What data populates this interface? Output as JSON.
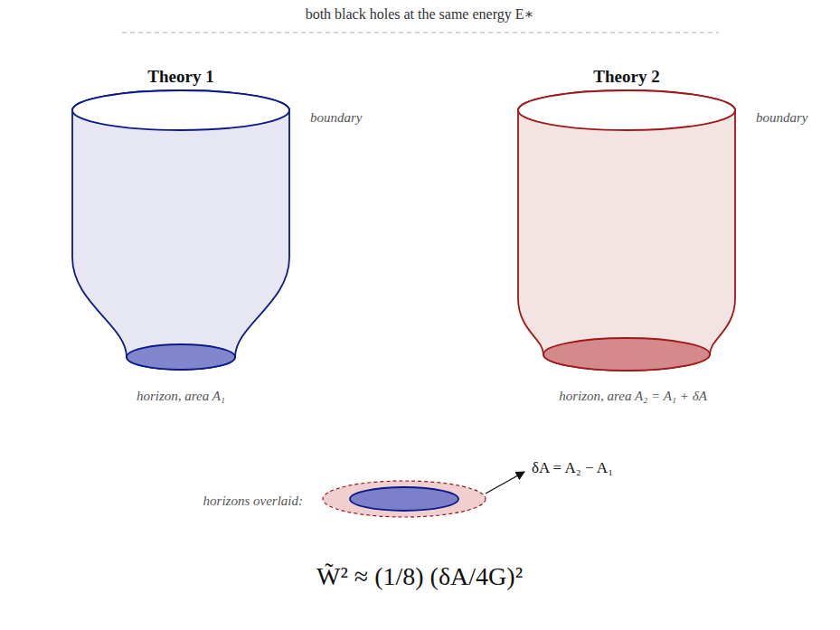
{
  "diagram": {
    "title": "both black holes at the same energy E∗",
    "nodes": [
      {
        "text": [
          "Theory 1"
        ]
      },
      {
        "text": [
          "Theory 2"
        ]
      }
    ],
    "labels": [
      "boundary",
      "horizon, area A₁",
      "boundary",
      "horizon, area A₂ = A₁ + δA",
      "horizons overlaid:",
      "δA = A₂ − A₁",
      "W̃² ≈ (1/8) (δA/4G)²"
    ]
  }
}
